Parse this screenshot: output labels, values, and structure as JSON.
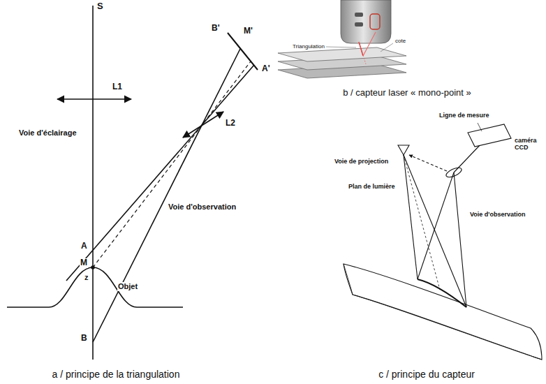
{
  "diagram": {
    "labels": [
      "S",
      "L1",
      "Voie d'éclairage",
      "A",
      "M",
      "z",
      "Objet",
      "B",
      "Voie d'observation",
      "L2",
      "B'",
      "M'",
      "A'",
      "a / principe de la triangulation",
      "Triangulation",
      "cote",
      "b / capteur laser « mono-point »",
      "Ligne de mesure",
      "Voie de projection",
      "caméra CCD",
      "Plan de lumière",
      "Voie d'observation",
      "c / principe du capteur"
    ]
  }
}
